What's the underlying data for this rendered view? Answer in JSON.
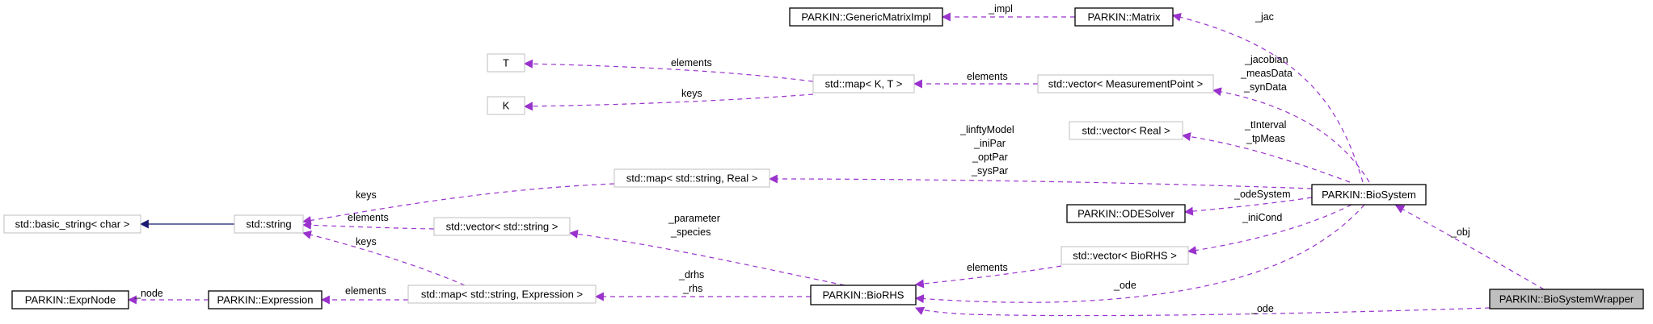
{
  "nodes": {
    "generic_matrix_impl": "PARKIN::GenericMatrixImpl",
    "matrix": "PARKIN::Matrix",
    "t": "T",
    "k": "K",
    "map_k_t": "std::map< K, T >",
    "vector_measurement_point": "std::vector< MeasurementPoint >",
    "vector_real": "std::vector< Real >",
    "map_string_real": "std::map< std::string, Real >",
    "basic_string": "std::basic_string< char >",
    "string": "std::string",
    "vector_string": "std::vector< std::string >",
    "ode_solver": "PARKIN::ODESolver",
    "biosystem": "PARKIN::BioSystem",
    "vector_biorhs": "std::vector< BioRHS >",
    "expr_node": "PARKIN::ExprNode",
    "expression": "PARKIN::Expression",
    "map_string_expression": "std::map< std::string, Expression >",
    "biorhs": "PARKIN::BioRHS",
    "biosystem_wrapper": "PARKIN::BioSystemWrapper"
  },
  "edge_labels": {
    "impl": "_impl",
    "jac": "_jac",
    "map_elements_t": "elements",
    "map_keys_k": "keys",
    "vec_elements_map": "elements",
    "jacobian": "_jacobian",
    "measdata": "_measData",
    "syndata": "_synData",
    "tinterval": "_tInterval",
    "tpmeas": "_tpMeas",
    "linftymodel": "_linftyModel",
    "inipar": "_iniPar",
    "optpar": "_optPar",
    "syspar": "_sysPar",
    "keys_string_real": "keys",
    "elements_vec_string": "elements",
    "keys_string_expr": "keys",
    "parameter": "_parameter",
    "species": "_species",
    "odesystem": "_odeSystem",
    "inicond": "_iniCond",
    "elements_biorhs": "elements",
    "ode_from_biosystem": "_ode",
    "drhs": "_drhs",
    "rhs": "_rhs",
    "node": "_node",
    "elements_expression": "elements",
    "obj": "_obj",
    "ode_from_wrapper": "_ode"
  },
  "colors": {
    "dependency_edge": "#9a32cd",
    "inheritance_edge": "#191970",
    "highlighted_node_fill": "#bfbfbf",
    "documented_border": "#000000",
    "undocumented_border": "#bfbfbf"
  }
}
